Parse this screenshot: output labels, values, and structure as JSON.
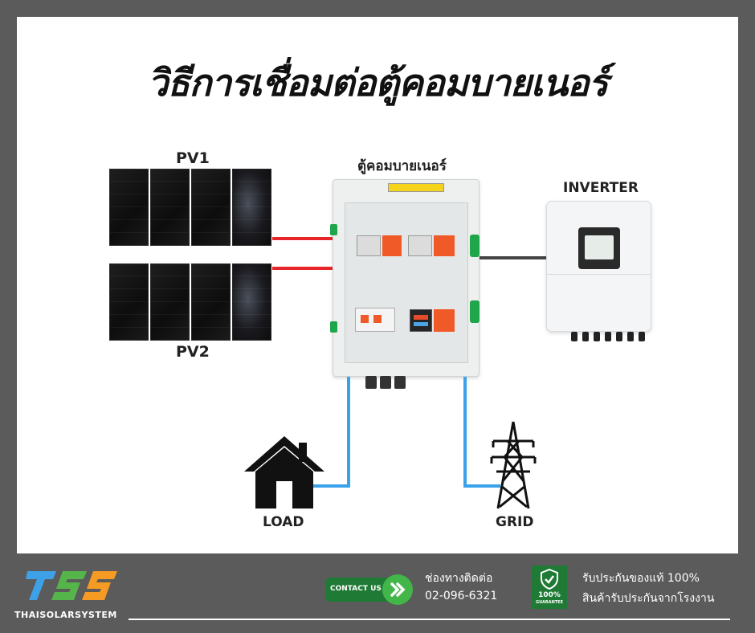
{
  "title": "วิธีการเชื่อมต่อตู้คอมบายเนอร์",
  "labels": {
    "pv1": "PV1",
    "pv2": "PV2",
    "combiner": "ตู้คอมบายเนอร์",
    "inverter": "INVERTER",
    "load": "LOAD",
    "grid": "GRID"
  },
  "colors": {
    "dc_wire": "#e8262a",
    "ac_wire": "#3aa2ea",
    "inverter_wire": "#444444",
    "footer_bg": "#5b5b5b",
    "contact_green": "#1f7a35",
    "logo_blue": "#3ea0e6",
    "logo_orange": "#f59a23",
    "logo_green": "#55b44a"
  },
  "icons": [
    "house-icon",
    "transmission-tower-icon",
    "solar-panel-icon",
    "shield-check-icon",
    "double-chevron-right-icon"
  ],
  "footer": {
    "brand": "THAISOLARSYSTEM",
    "contact_button": "CONTACT US",
    "contact_label": "ช่องทางติดต่อ",
    "phone": "02-096-6321",
    "badge_top": "100%",
    "badge_bottom": "GUARANTEE",
    "warranty_line1": "รับประกันของแท้ 100%",
    "warranty_line2": "สินค้ารับประกันจากโรงงาน"
  }
}
